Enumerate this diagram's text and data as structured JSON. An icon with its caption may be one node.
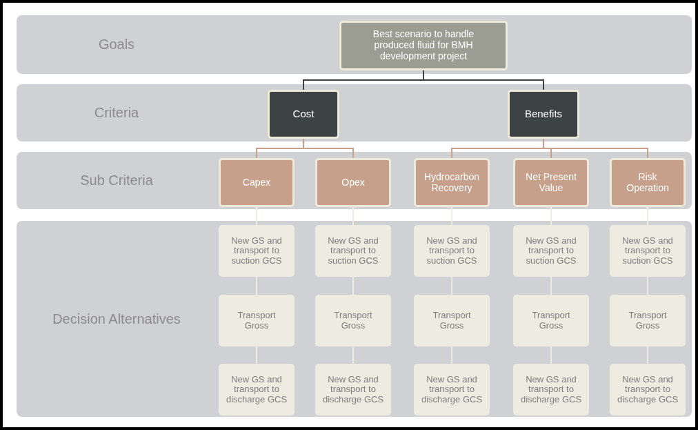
{
  "diagram": {
    "nodes": [
      {
        "text": [
          "Goals"
        ]
      },
      {
        "text": [
          "Best  scenario to handle produced fluid for BMH development project"
        ],
        "in": 0
      },
      {
        "text": [
          "Criteria"
        ]
      },
      {
        "text": [
          "Cost"
        ],
        "in": 2
      },
      {
        "text": [
          "Benefits"
        ],
        "in": 2
      },
      {
        "text": [
          "Sub Criteria"
        ]
      },
      {
        "text": [
          "Capex"
        ],
        "in": 5
      },
      {
        "text": [
          "Opex"
        ],
        "in": 5
      },
      {
        "text": [
          "Hydrocarbon Recovery"
        ],
        "in": 5
      },
      {
        "text": [
          "Net Present Value"
        ],
        "in": 5
      },
      {
        "text": [
          "Risk Operation"
        ],
        "in": 5
      },
      {
        "text": [
          "Decision Alternatives"
        ]
      },
      {
        "text": [
          "New GS and transport to suction GCS"
        ],
        "in": 11
      },
      {
        "text": [
          "New GS and transport to suction GCS"
        ],
        "in": 11
      },
      {
        "text": [
          "New GS and transport to suction GCS"
        ],
        "in": 11
      },
      {
        "text": [
          "New GS and transport to suction GCS"
        ],
        "in": 11
      },
      {
        "text": [
          "New GS and transport to suction GCS"
        ],
        "in": 11
      },
      {
        "text": [
          "Transport Gross"
        ],
        "in": 11
      },
      {
        "text": [
          "Transport Gross"
        ],
        "in": 11
      },
      {
        "text": [
          "Transport Gross"
        ],
        "in": 11
      },
      {
        "text": [
          "Transport Gross"
        ],
        "in": 11
      },
      {
        "text": [
          "Transport Gross"
        ],
        "in": 11
      },
      {
        "text": [
          "New GS and transport to discharge GCS"
        ],
        "in": 11
      },
      {
        "text": [
          "New GS and transport to discharge GCS"
        ],
        "in": 11
      },
      {
        "text": [
          "New GS and transport to discharge GCS"
        ],
        "in": 11
      },
      {
        "text": [
          "New GS and transport to discharge GCS"
        ],
        "in": 11
      },
      {
        "text": [
          "New GS and transport to discharge GCS"
        ],
        "in": 11
      }
    ],
    "edges": [
      {
        "from": 1,
        "to": 3,
        "arrow": "none",
        "color": "#3d4245"
      },
      {
        "from": 1,
        "to": 4,
        "arrow": "none",
        "color": "#3d4245"
      },
      {
        "from": 3,
        "to": 6,
        "arrow": "none",
        "color": "#c6a08a"
      },
      {
        "from": 3,
        "to": 7,
        "arrow": "none",
        "color": "#c6a08a"
      },
      {
        "from": 4,
        "to": 8,
        "arrow": "none",
        "color": "#c6a08a"
      },
      {
        "from": 4,
        "to": 9,
        "arrow": "none",
        "color": "#c6a08a"
      },
      {
        "from": 4,
        "to": 10,
        "arrow": "none",
        "color": "#c6a08a"
      },
      {
        "from": 6,
        "to": 12,
        "arrow": "none"
      },
      {
        "from": 7,
        "to": 13,
        "arrow": "none"
      },
      {
        "from": 8,
        "to": 14,
        "arrow": "none"
      },
      {
        "from": 9,
        "to": 15,
        "arrow": "none"
      },
      {
        "from": 10,
        "to": 16,
        "arrow": "none"
      },
      {
        "from": 12,
        "to": 17,
        "arrow": "none"
      },
      {
        "from": 13,
        "to": 18,
        "arrow": "none"
      },
      {
        "from": 14,
        "to": 19,
        "arrow": "none"
      },
      {
        "from": 15,
        "to": 20,
        "arrow": "none"
      },
      {
        "from": 16,
        "to": 21,
        "arrow": "none"
      },
      {
        "from": 17,
        "to": 22,
        "arrow": "none"
      },
      {
        "from": 18,
        "to": 23,
        "arrow": "none"
      },
      {
        "from": 19,
        "to": 24,
        "arrow": "none"
      },
      {
        "from": 20,
        "to": 25,
        "arrow": "none"
      },
      {
        "from": 21,
        "to": 26,
        "arrow": "none"
      }
    ]
  }
}
